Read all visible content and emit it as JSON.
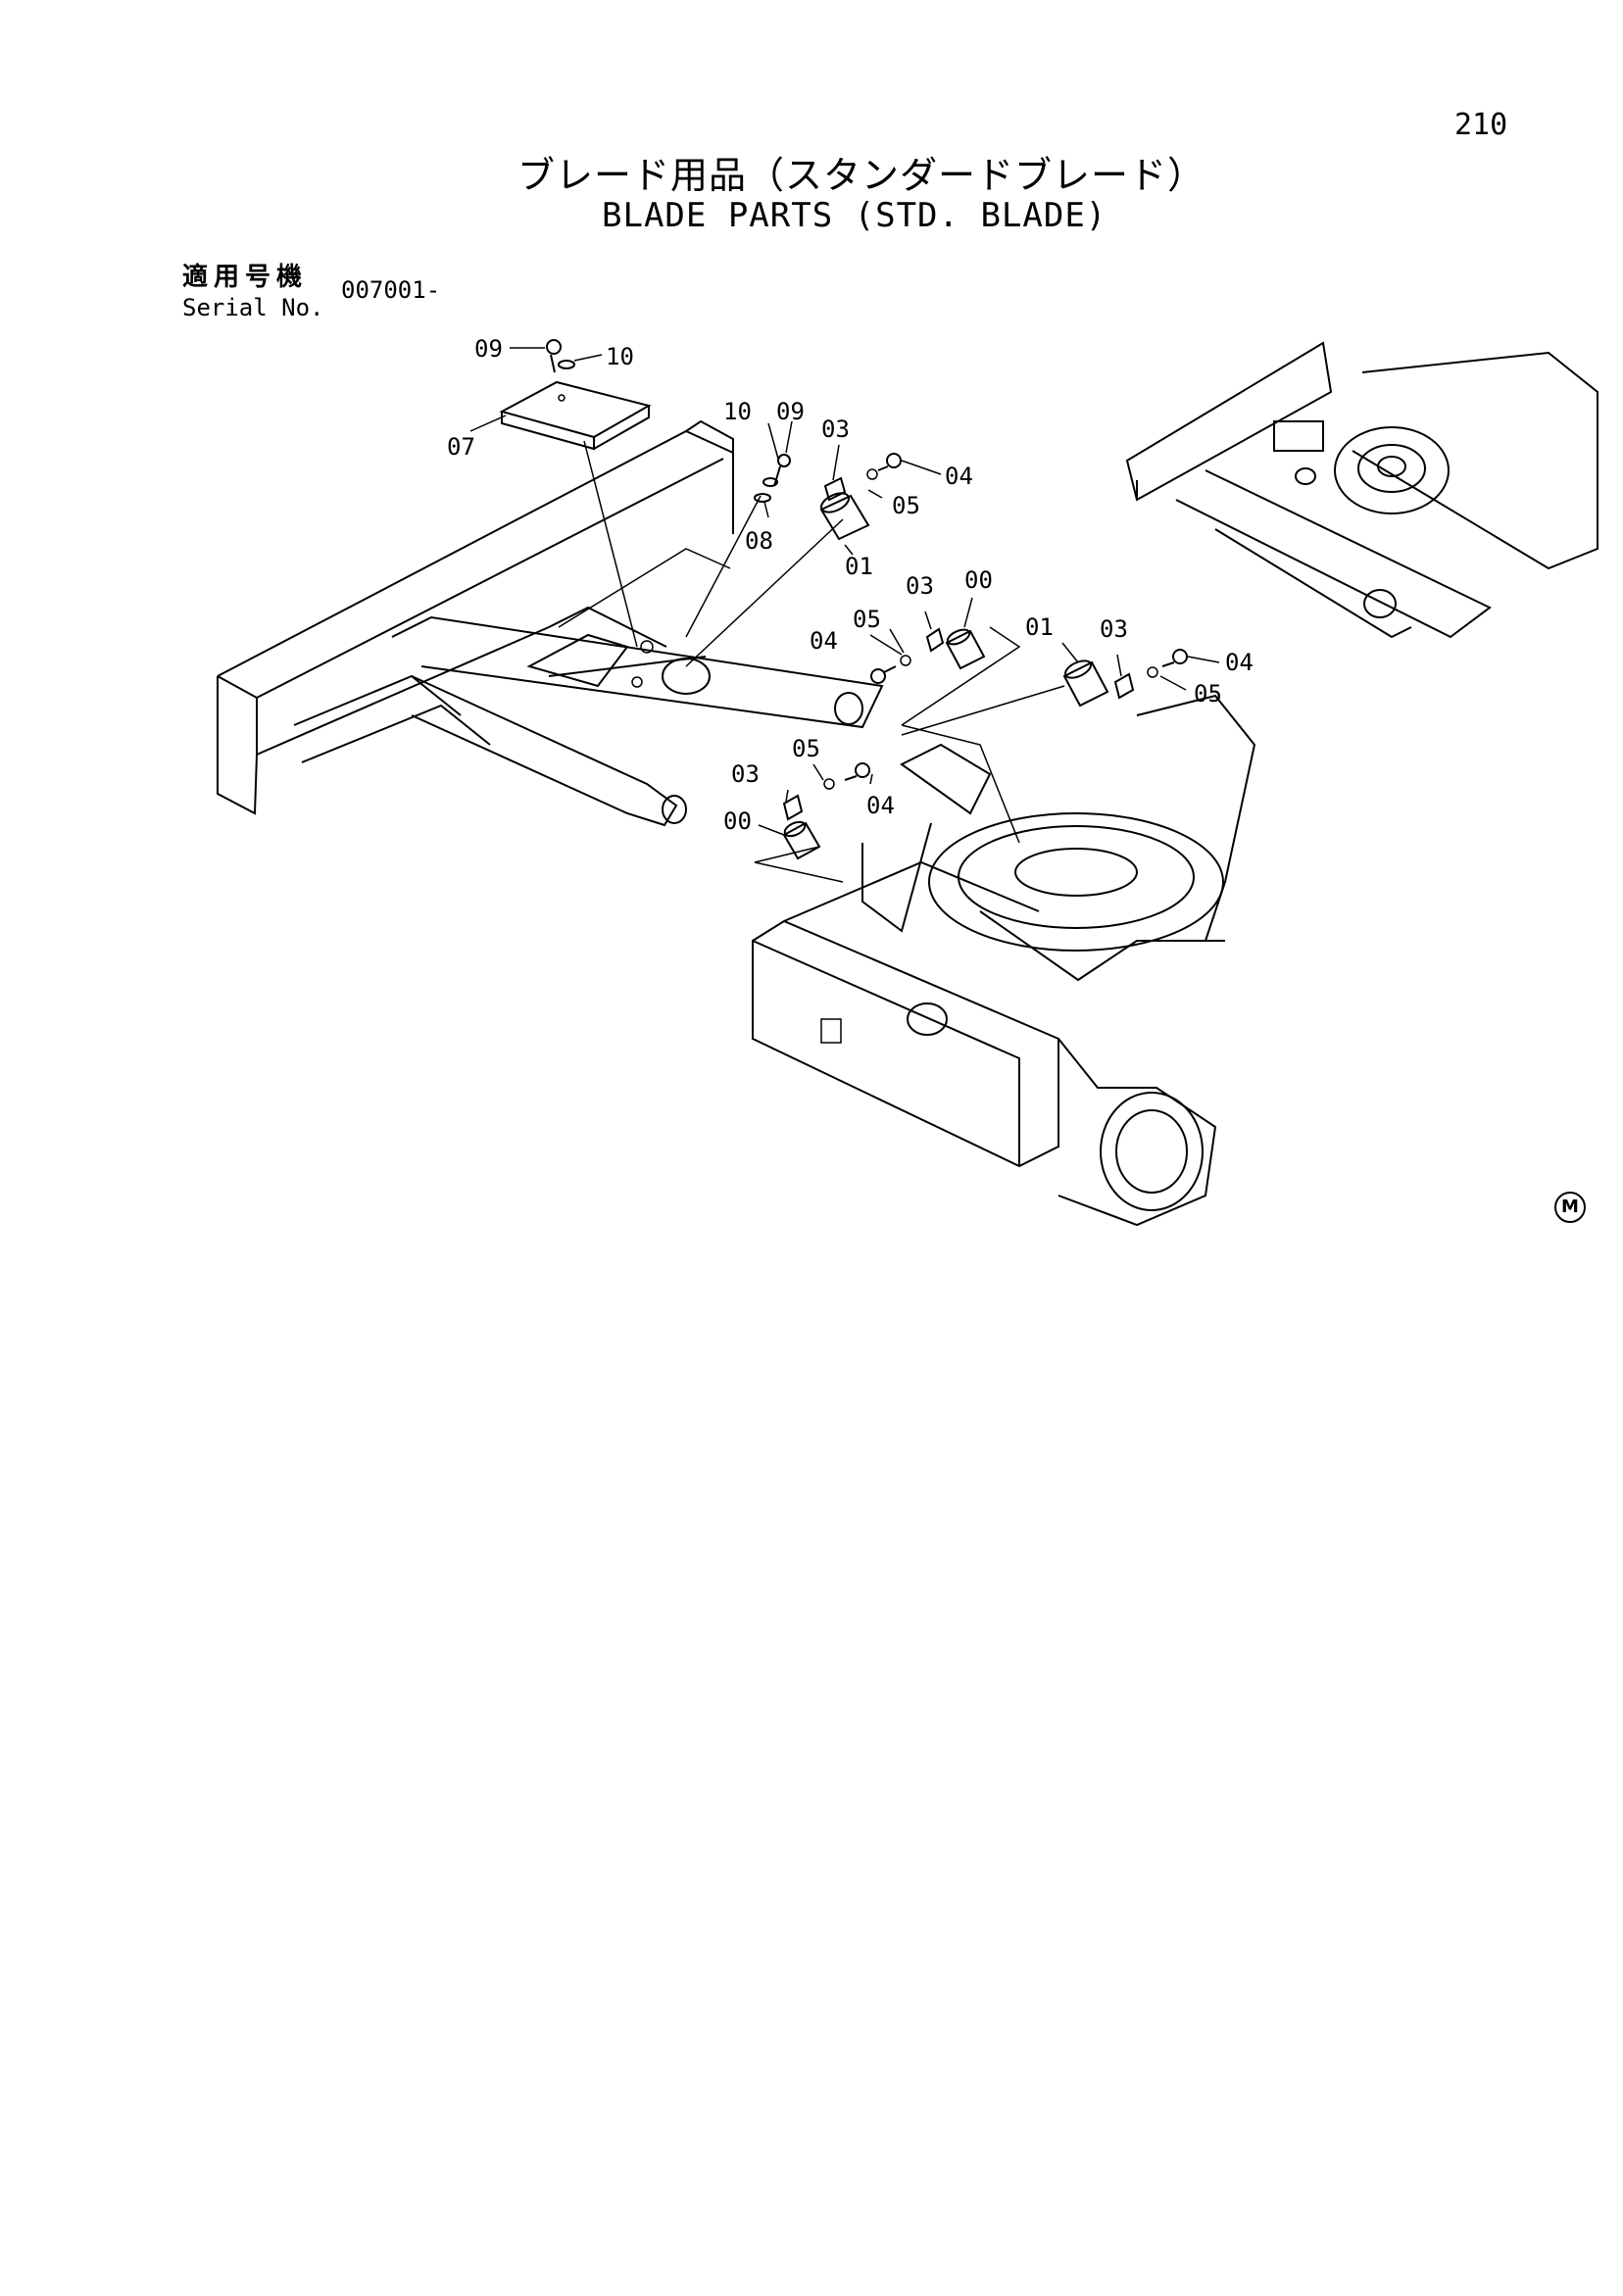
{
  "page_number": "210",
  "title_jp": "ブレード用品（スタンダードブレード）",
  "title_en": "BLADE PARTS (STD. BLADE)",
  "serial": {
    "label_jp": "適用号機",
    "label_en": "Serial No.",
    "value": "007001-"
  },
  "callouts": {
    "c09a": "09",
    "c10a": "10",
    "c07": "07",
    "c10b": "10",
    "c09b": "09",
    "c08": "08",
    "c03a": "03",
    "c05a": "05",
    "c04a": "04",
    "c01a": "01",
    "c03b": "03",
    "c00a": "00",
    "c05b": "05",
    "c04b": "04",
    "c01b": "01",
    "c03c": "03",
    "c04c": "04",
    "c05c": "05",
    "c03d": "03",
    "c05d": "05",
    "c04d": "04",
    "c00b": "00"
  },
  "mark": "M"
}
